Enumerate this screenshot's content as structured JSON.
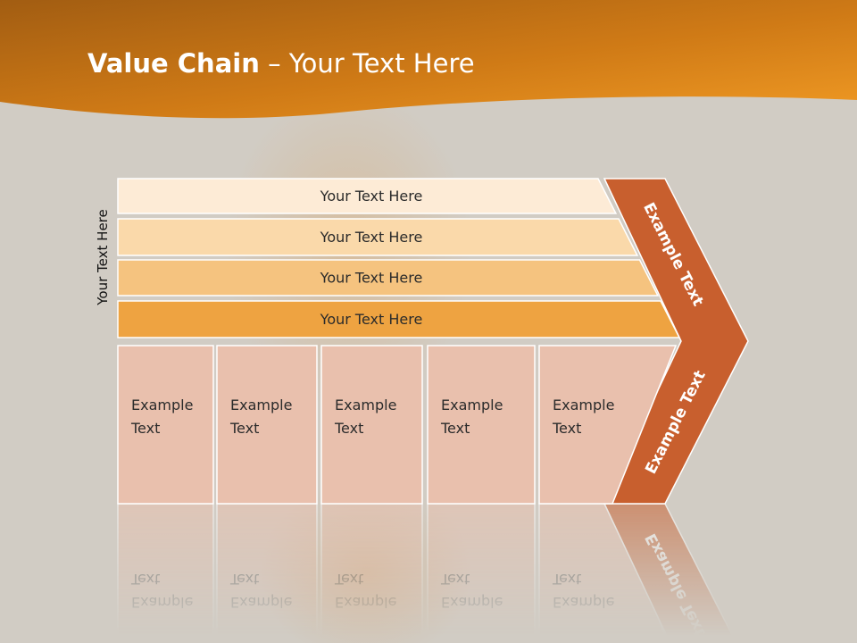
{
  "title": {
    "bold": "Value Chain",
    "rest": " – Your Text Here"
  },
  "side_label": "Your Text Here",
  "bars": [
    {
      "label": "Your Text Here",
      "color": "#fdebd6"
    },
    {
      "label": "Your Text Here",
      "color": "#fad9aa"
    },
    {
      "label": "Your Text Here",
      "color": "#f5c37f"
    },
    {
      "label": "Your Text Here",
      "color": "#eea341"
    }
  ],
  "chevron": {
    "color": "#c85f2e",
    "top_label": "Example Text",
    "bottom_label": "Example Text"
  },
  "columns": [
    {
      "line1": "Example",
      "line2": "Text"
    },
    {
      "line1": "Example",
      "line2": "Text"
    },
    {
      "line1": "Example",
      "line2": "Text"
    },
    {
      "line1": "Example",
      "line2": "Text"
    },
    {
      "line1": "Example",
      "line2": "Text"
    }
  ],
  "colors": {
    "header_dark": "#a25d12",
    "header_light": "#e9901e",
    "column_fill": "#e9c0ad",
    "background": "#d1ccc4"
  }
}
